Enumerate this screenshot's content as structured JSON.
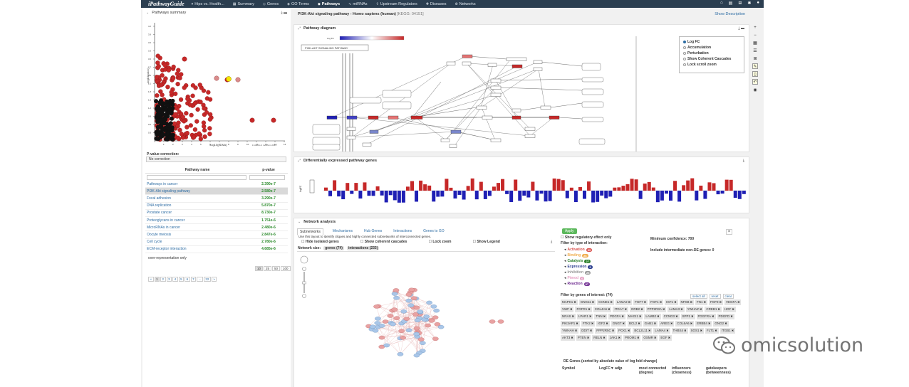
{
  "app": {
    "brand": "iPathwayGuide",
    "nav": [
      {
        "label": "Hips vs. Health...",
        "icon": "▾"
      },
      {
        "label": "Summary",
        "icon": "▦"
      },
      {
        "label": "Genes",
        "icon": "◇"
      },
      {
        "label": "GO Terms",
        "icon": "◈"
      },
      {
        "label": "Pathways",
        "icon": "◆"
      },
      {
        "label": "miRNAs",
        "icon": "∿"
      },
      {
        "label": "Upstream Regulators",
        "icon": "⇧"
      },
      {
        "label": "Diseases",
        "icon": "✚"
      },
      {
        "label": "Networks",
        "icon": "⊕"
      }
    ],
    "active_nav": "Pathways"
  },
  "pathways_summary": {
    "title": "Pathways summary",
    "x_label": "-log10(pDNA)",
    "y_label": "-log10(pAcc)",
    "note": "ln Adolfo 4 mon/fem 2019",
    "pcorr_label": "P-value correction:",
    "pcorr_value": "No correction",
    "table": {
      "headers": [
        "Pathway name",
        "p-value"
      ],
      "rows": [
        {
          "name": "Pathways in cancer",
          "p": "2.390e-7"
        },
        {
          "name": "PI3K-Akt signaling pathway",
          "p": "2.580e-7"
        },
        {
          "name": "Focal adhesion",
          "p": "3.290e-7"
        },
        {
          "name": "DNA replication",
          "p": "5.870e-7"
        },
        {
          "name": "Prostate cancer",
          "p": "8.730e-7"
        },
        {
          "name": "Proteoglycans in cancer",
          "p": "1.751e-6"
        },
        {
          "name": "MicroRNAs in cancer",
          "p": "2.480e-6"
        },
        {
          "name": "Oocyte meiosis",
          "p": "2.847e-6"
        },
        {
          "name": "Cell cycle",
          "p": "2.780e-6"
        },
        {
          "name": "ECM-receptor interaction",
          "p": "4.685e-6"
        }
      ],
      "selected": 1
    },
    "overrep_note": "over-representation only",
    "page_sizes": [
      "10",
      "25",
      "50",
      "100"
    ],
    "pager": [
      "«",
      "1",
      "2",
      "3",
      "4",
      "5",
      "6",
      "7",
      "...",
      "32",
      "»"
    ]
  },
  "pathway": {
    "title": "PI3K-Akt signaling pathway - Homo sapiens (human)",
    "kegg": "[KEGG: 04151]",
    "show_description": "Show Description",
    "diagram_title": "Pathway diagram",
    "diagram_box_label": "PI3K-AKT SIGNALING PATHWAY",
    "scale_left": "Log FC",
    "legend_options": [
      "Log FC",
      "Accumulation",
      "Perturbation",
      "Show Coherent Cascades",
      "Lock scroll zoom"
    ],
    "legend_selected": 0
  },
  "de_genes": {
    "title": "Differentially expressed pathway genes",
    "y_label": "logFC"
  },
  "network": {
    "title": "Network analysis",
    "tabs": [
      "Subnetworks",
      "Mechanisms",
      "Hub Genes",
      "Interactions",
      "Genes to GO"
    ],
    "active_tab": 0,
    "note": "Use this layout to identify cliques and highly connected subnetworks of interconnected genes.",
    "controls": [
      "Hide isolated genes",
      "Show coherent cascades",
      "Lock zoom",
      "Show Legend"
    ],
    "size_label": "Network size:",
    "genes_pill": "genes (74)",
    "interactions_pill": "interactions (233)",
    "apply": "Apply",
    "show_reg": "Show regulatory effect only",
    "filter_type": "Filter by type of interaction:",
    "interactions": [
      {
        "name": "Activation",
        "count": "63",
        "color": "#d9534f"
      },
      {
        "name": "Binding",
        "count": "26",
        "color": "#f0ad4e"
      },
      {
        "name": "Catalysis",
        "count": "27",
        "color": "#2a7f2a"
      },
      {
        "name": "Expression",
        "count": "0",
        "color": "#2b3e8f"
      },
      {
        "name": "Inhibition",
        "count": "26",
        "color": "#999999"
      },
      {
        "name": "Ptmod",
        "count": "0",
        "color": "#e6a0c4"
      },
      {
        "name": "Reaction",
        "count": "87",
        "color": "#6f2c91"
      }
    ],
    "min_conf": "Minimum confidence: 700",
    "include_non_de": "Include intermediate non-DE genes: 0",
    "goi_title": "Filter by genes of interest: (74)",
    "goi_tools": [
      "select all",
      "reset",
      "clear"
    ],
    "genes": [
      "MAPK1",
      "GNG11",
      "CCNE1",
      "LAMA2",
      "FGF7",
      "FGF1",
      "IGF1",
      "NFKB",
      "FN1",
      "FGF9",
      "VEGFA",
      "VWF",
      "FGFR1",
      "COL4A6",
      "ITGA7",
      "GRB2",
      "PPP2R3A",
      "LAMA3",
      "YWHAZ",
      "CREB1",
      "HGF",
      "NRAS",
      "LPAR1",
      "TNN",
      "PDGFA",
      "MAGI1",
      "LAMB2",
      "CCND3",
      "SPP1",
      "FDGFRA",
      "PDGFD",
      "PIK3AP1",
      "FTK2",
      "IGF2",
      "GNG7",
      "BCL2",
      "GAB1",
      "AREG",
      "COL6A6",
      "ERBB4",
      "GNG2",
      "YWHAH",
      "DDIT",
      "PPP2R5C",
      "PCK1",
      "BCL2L11",
      "LAMA4",
      "THBS4",
      "SOS1",
      "FLT1",
      "ITGB1",
      "AKT3",
      "PTEN",
      "RELN",
      "JAK1",
      "PROM1",
      "OSMR",
      "EGF"
    ],
    "de_title": "DE Genes (sorted by absolute value of log fold change)",
    "de_headers": [
      "Symbol",
      "LogFC▼ adjp",
      "most connected (degree)",
      "influencers (closeness)",
      "gatekeepers (betweenness)"
    ]
  },
  "watermark": "omicsolution"
}
